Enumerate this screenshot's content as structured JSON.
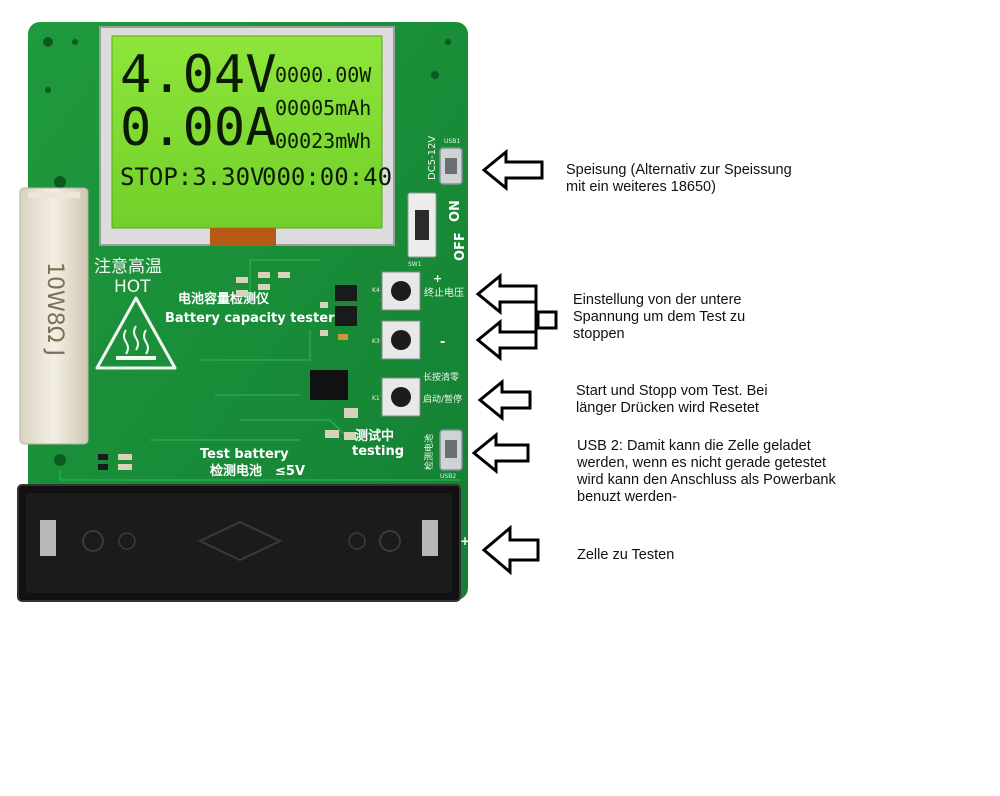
{
  "lcd": {
    "voltage": "4.04V",
    "current": "0.00A",
    "stop": "STOP:3.30V",
    "power": "0000.00W",
    "capacity": "00005mAh",
    "energy": "00023mWh",
    "time": "000:00:40"
  },
  "board": {
    "hot_cn": "注意高温",
    "hot_en": "HOT",
    "title_cn": "电池容量检测仪",
    "title_en": "Battery capacity tester",
    "resistor": "10W8Ω J",
    "test_battery_en": "Test battery",
    "test_battery_cn": "检测电池",
    "test_battery_limit": "≤5V",
    "testing_cn": "测试中",
    "testing_en": "testing",
    "power_in": "DC5-12V",
    "usb1": "USB1",
    "usb2": "USB2",
    "switch_on": "ON",
    "switch_off": "OFF",
    "switch_ref": "SW1",
    "btn_stop_voltage": "终止电压",
    "btn_long_press": "长按清零",
    "btn_start_pause": "启动/暂停",
    "detect_battery": "检测电池",
    "plus": "+",
    "minus": "-",
    "k4": "K4",
    "k3": "K3",
    "k1": "K1"
  },
  "annotations": {
    "supply": "Speisung (Alternativ zur Speissung\nmit ein weiteres 18650)",
    "voltage_setting": "Einstellung von der untere\nSpannung um dem Test zu\nstoppen",
    "start_stop": "Start und Stopp vom Test. Bei\nlänger Drücken wird Resetet",
    "usb2": "USB 2: Damit kann die Zelle geladet\nwerden, wenn es nicht gerade getestet\nwird kann den Anschluss als Powerbank\nbenuzt werden-",
    "cell": "Zelle zu Testen"
  }
}
